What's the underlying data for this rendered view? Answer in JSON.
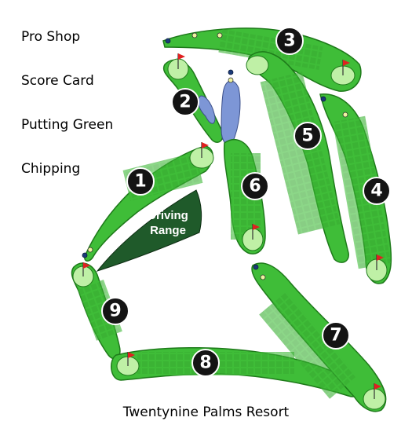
{
  "nav": {
    "items": [
      {
        "label": "Pro Shop"
      },
      {
        "label": "Score Card"
      },
      {
        "label": "Putting Green"
      },
      {
        "label": "Chipping"
      }
    ]
  },
  "map": {
    "range_line1": "Driving",
    "range_line2": "Range",
    "holes": [
      "1",
      "2",
      "3",
      "4",
      "5",
      "6",
      "7",
      "8",
      "9"
    ],
    "colors": {
      "fairway": "#3fbd38",
      "rough_outline": "#1e7a1a",
      "green": "#bff0a6",
      "water": "#7d96d6",
      "driving_range": "#1f5a2a",
      "flag": "#e02020"
    }
  },
  "footer": {
    "title": "Twentynine Palms Resort"
  }
}
